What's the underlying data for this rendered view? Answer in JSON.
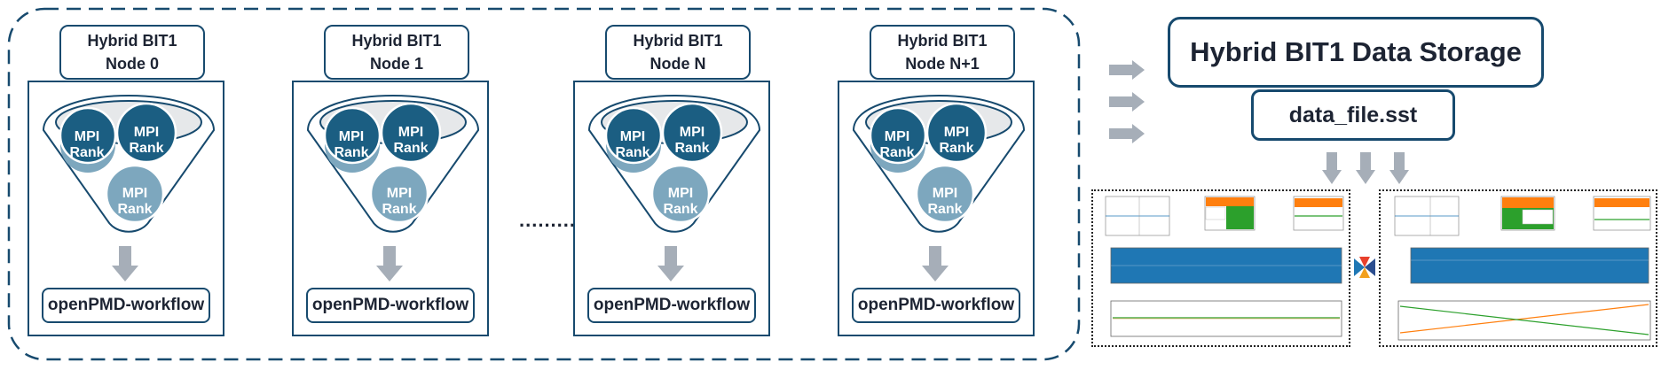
{
  "nodes": [
    {
      "title_line1": "Hybrid BIT1",
      "title_line2": "Node 0",
      "rank_label_1": "MPI",
      "rank_label_2": "Rank",
      "workflow_label": "openPMD-workflow"
    },
    {
      "title_line1": "Hybrid BIT1",
      "title_line2": "Node 1",
      "rank_label_1": "MPI",
      "rank_label_2": "Rank",
      "workflow_label": "openPMD-workflow"
    },
    {
      "title_line1": "Hybrid BIT1",
      "title_line2": "Node N",
      "rank_label_1": "MPI",
      "rank_label_2": "Rank",
      "workflow_label": "openPMD-workflow"
    },
    {
      "title_line1": "Hybrid BIT1",
      "title_line2": "Node N+1",
      "rank_label_1": "MPI",
      "rank_label_2": "Rank",
      "workflow_label": "openPMD-workflow"
    }
  ],
  "ellipsis": ".........",
  "storage": {
    "title": "Hybrid BIT1 Data Storage",
    "file_name": "data_file.sst"
  },
  "colors": {
    "dark_blue": "#174a6e",
    "rank_dark": "#1b5e82",
    "rank_light": "#7da7be",
    "funnel_fill": "#e6e8ea",
    "arrow_gray": "#a6aeb8",
    "plot_blue": "#1f77b4",
    "plot_orange": "#ff7f0e",
    "plot_green": "#2ca02c"
  },
  "icons": [
    "down-arrow-icon",
    "right-arrow-icon",
    "adios-logo-icon"
  ]
}
